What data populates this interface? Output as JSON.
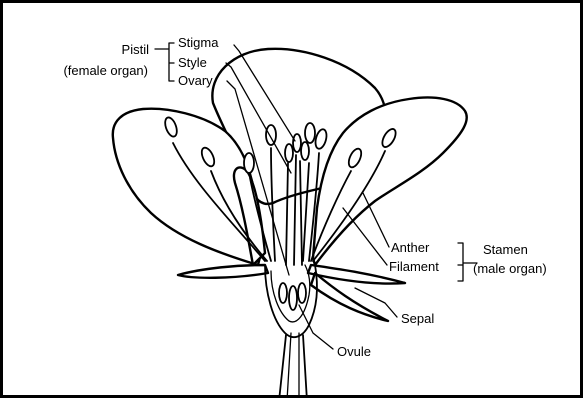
{
  "labels": {
    "pistil": "Pistil",
    "pistil_sub": "(female organ)",
    "stigma": "Stigma",
    "style": "Style",
    "ovary": "Ovary",
    "anther": "Anther",
    "filament": "Filament",
    "stamen": "Stamen",
    "stamen_sub": "(male organ)",
    "sepal": "Sepal",
    "ovule": "Ovule"
  }
}
